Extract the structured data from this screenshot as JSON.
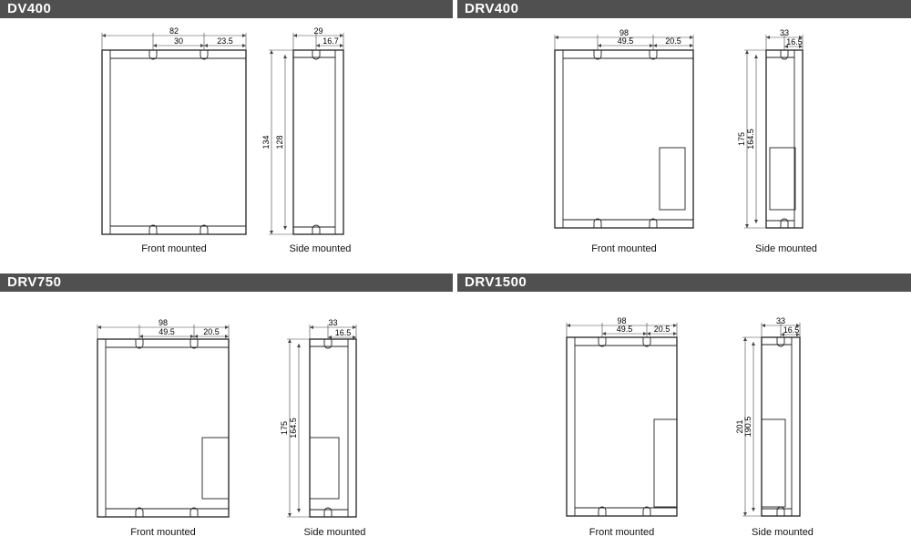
{
  "panels": [
    {
      "title": "DV400",
      "front": {
        "width": "82",
        "slot_spacing": "30",
        "slot_offset": "23.5",
        "caption": "Front mounted"
      },
      "side": {
        "depth": "29",
        "depth_offset": "16.7",
        "height": "134",
        "inner_height": "128",
        "caption": "Side mounted"
      },
      "has_terminal": false
    },
    {
      "title": "DRV400",
      "front": {
        "width": "98",
        "slot_spacing": "49.5",
        "slot_offset": "20.5",
        "caption": "Front mounted"
      },
      "side": {
        "depth": "33",
        "depth_offset": "16.5",
        "height": "175",
        "inner_height": "164.5",
        "caption": "Side mounted"
      },
      "has_terminal": true
    },
    {
      "title": "DRV750",
      "front": {
        "width": "98",
        "slot_spacing": "49.5",
        "slot_offset": "20.5",
        "caption": "Front mounted"
      },
      "side": {
        "depth": "33",
        "depth_offset": "16.5",
        "height": "175",
        "inner_height": "164.5",
        "caption": "Side mounted"
      },
      "has_terminal": true
    },
    {
      "title": "DRV1500",
      "front": {
        "width": "98",
        "slot_spacing": "49.5",
        "slot_offset": "20.5",
        "caption": "Front mounted"
      },
      "side": {
        "depth": "33",
        "depth_offset": "16.5",
        "height": "201",
        "inner_height": "190.5",
        "caption": "Side mounted"
      },
      "has_terminal": true
    }
  ],
  "colors": {
    "header_bg": "#505050",
    "header_text": "#ffffff",
    "line": "#222222"
  }
}
